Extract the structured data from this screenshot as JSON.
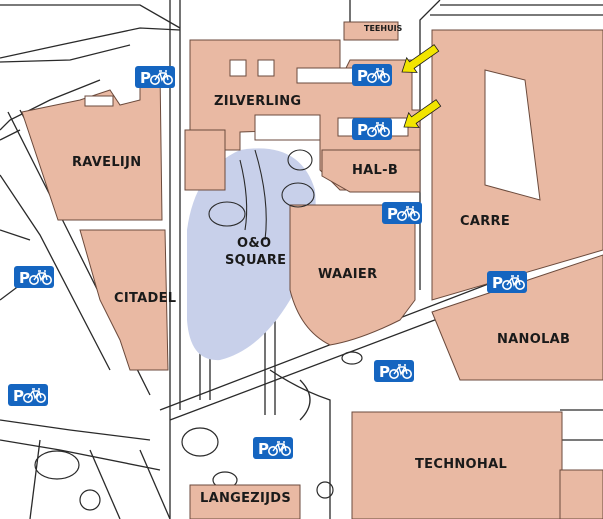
{
  "colors": {
    "building": "#e9b9a3",
    "building_stroke": "#6b4a3c",
    "road": "#2a2a2a",
    "plaza": "#c8d0ea",
    "parking_sign": "#1565c0",
    "arrow": "#f2e500"
  },
  "buildings": {
    "teehuis": "TEEHUIS",
    "zilverling": "ZILVERLING",
    "ravelijn": "RAVELIJN",
    "hal_b": "HAL-B",
    "carre": "CARRE",
    "oo_square_1": "O&O",
    "oo_square_2": "SQUARE",
    "waaier": "WAAIER",
    "citadel": "CITADEL",
    "nanolab": "NANOLAB",
    "technohal": "TECHNOHAL",
    "langezijds": "LANGEZIJDS"
  },
  "parking": {
    "letter": "P",
    "icon": "bicycle-icon",
    "locations": [
      "bike-parking-ravelijn",
      "bike-parking-zilverling-north",
      "bike-parking-zilverling-south",
      "bike-parking-hal-b",
      "bike-parking-carre",
      "bike-parking-citadel-west",
      "bike-parking-west",
      "bike-parking-waaier-south",
      "bike-parking-langezijds"
    ]
  },
  "arrows": {
    "count": 2,
    "icon": "arrow-icon"
  }
}
